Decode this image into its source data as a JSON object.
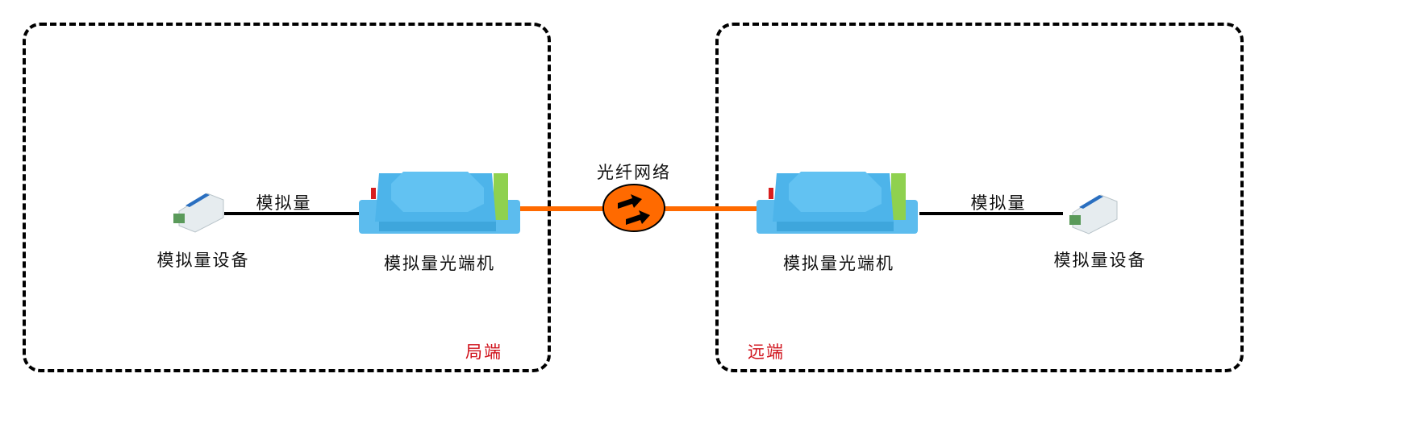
{
  "left": {
    "region": "局端",
    "device_label": "模拟量设备",
    "link_label": "模拟量",
    "converter_label": "模拟量光端机"
  },
  "right": {
    "region": "远端",
    "device_label": "模拟量设备",
    "link_label": "模拟量",
    "converter_label": "模拟量光端机"
  },
  "network": {
    "label": "光纤网络"
  },
  "colors": {
    "fiber": "#ff6a00",
    "converter": "#4db4ea",
    "region_text": "#d0121b"
  }
}
